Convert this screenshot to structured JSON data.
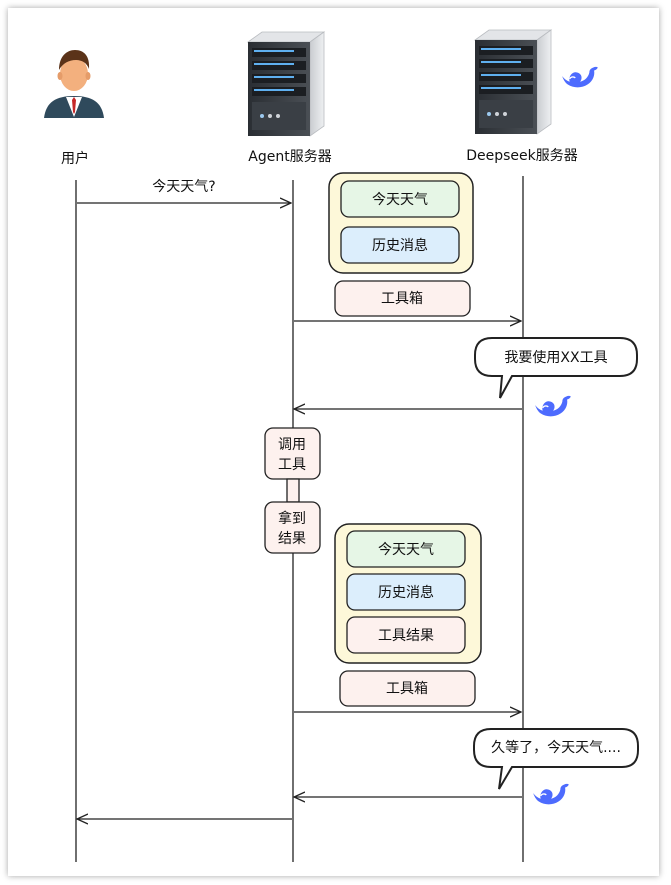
{
  "participants": {
    "user": "用户",
    "agent": "Agent服务器",
    "deepseek": "Deepseek服务器"
  },
  "messages": {
    "user_query": "今天天气?"
  },
  "context_block_1": {
    "item_1": "今天天气",
    "item_2": "历史消息",
    "toolbox": "工具箱"
  },
  "deepseek_reply_1": "我要使用XX工具",
  "agent_steps": {
    "call_tool": [
      "调用",
      "工具"
    ],
    "get_result": [
      "拿到",
      "结果"
    ]
  },
  "context_block_2": {
    "item_1": "今天天气",
    "item_2": "历史消息",
    "item_3": "工具结果",
    "toolbox": "工具箱"
  },
  "deepseek_reply_2": "久等了，今天天气....",
  "colors": {
    "green_box": "#e6f6e6",
    "blue_box": "#dceefc",
    "pink_box": "#fdf1ee",
    "yellow_group": "#fdf8d9",
    "deepseek_blue": "#4d6bfe"
  }
}
